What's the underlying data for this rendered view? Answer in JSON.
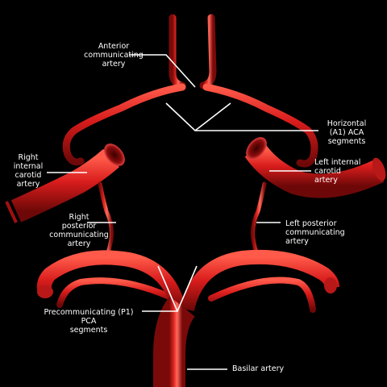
{
  "labels": {
    "anterior_communicating": "Anterior\ncommunicating\nartery",
    "horizontal_aca": "Horizontal\n(A1) ACA\nsegments",
    "right_ica": "Right\ninternal\ncarotid\nartery",
    "left_ica": "Left internal\ncarotid\nartery",
    "right_pcomm": "Right\nposterior\ncommunicating\nartery",
    "left_pcomm": "Left posterior\ncommunicating\nartery",
    "p1_pca": "Precommunicating (P1) PCA\nsegments",
    "basilar": "Basilar artery"
  },
  "colors": {
    "background": "#000000",
    "artery": "#d41f1f",
    "artery_dark": "#7a0a0a",
    "artery_highlight": "#ff6a5c",
    "leader_line": "#ffffff",
    "text": "#ffffff"
  }
}
